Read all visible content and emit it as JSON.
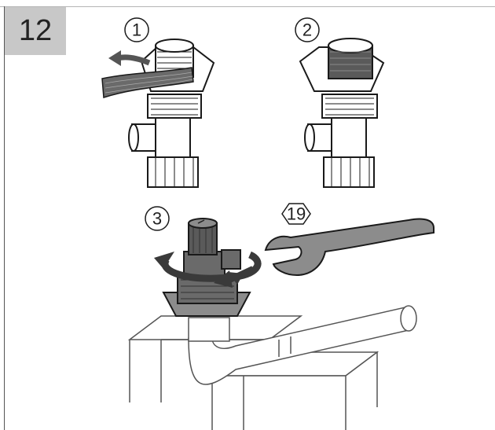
{
  "step_number": "12",
  "callouts": {
    "one": "1",
    "two": "2",
    "three": "3",
    "wrench_size": "19"
  },
  "colors": {
    "step_box": "#c8c8c8",
    "outline": "#1a1a1a",
    "dark_part": "#5a5a5a",
    "mid_part": "#8c8c8c",
    "tape": "#6a6a6a"
  }
}
